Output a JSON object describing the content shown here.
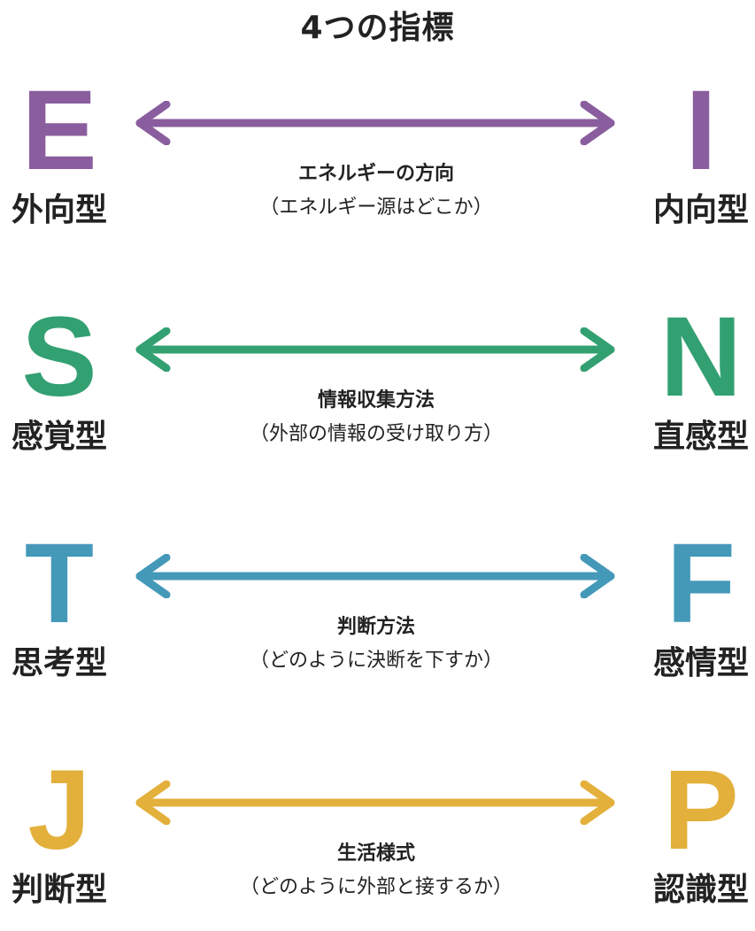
{
  "title": "4つの指標",
  "rows": [
    {
      "left_letter": "E",
      "left_type": "外向型",
      "right_letter": "I",
      "right_type": "内向型",
      "axis_name": "エネルギーの方向",
      "axis_desc": "（エネルギー源はどこか）",
      "color": "#8a5e9e"
    },
    {
      "left_letter": "S",
      "left_type": "感覚型",
      "right_letter": "N",
      "right_type": "直感型",
      "axis_name": "情報収集方法",
      "axis_desc": "（外部の情報の受け取り方）",
      "color": "#33a072"
    },
    {
      "left_letter": "T",
      "left_type": "思考型",
      "right_letter": "F",
      "right_type": "感情型",
      "axis_name": "判断方法",
      "axis_desc": "（どのように決断を下すか）",
      "color": "#4499b9"
    },
    {
      "left_letter": "J",
      "left_type": "判断型",
      "right_letter": "P",
      "right_type": "認識型",
      "axis_name": "生活様式",
      "axis_desc": "（どのように外部と接するか）",
      "color": "#e3b03b"
    }
  ]
}
